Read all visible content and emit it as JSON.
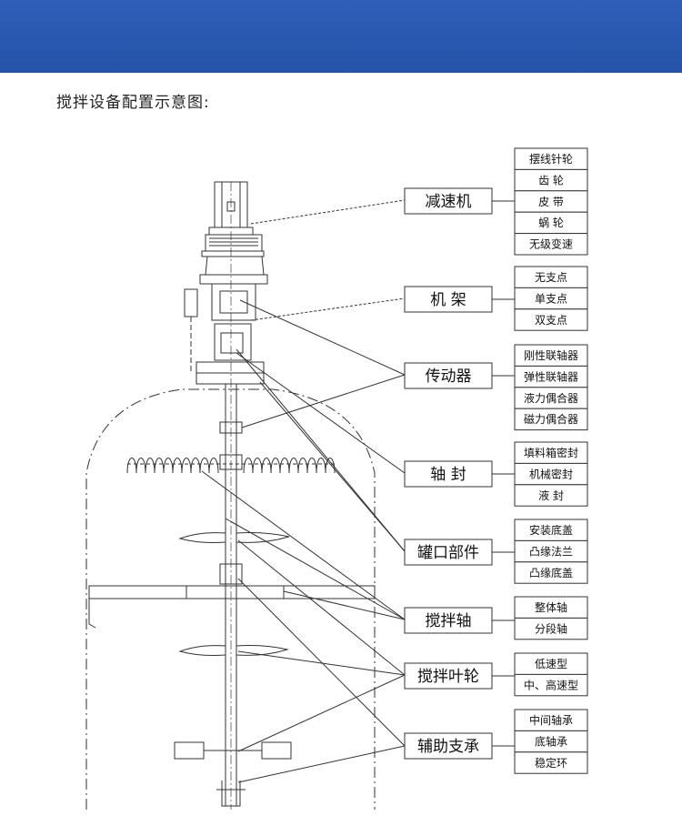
{
  "header": {
    "banner_color": "#2453a8"
  },
  "title": "搅拌设备配置示意图:",
  "components": [
    {
      "key": "reducer",
      "label": "减速机",
      "options": [
        "摆线针轮",
        "齿 轮",
        "皮 带",
        "蜗 轮",
        "无级变速"
      ]
    },
    {
      "key": "frame",
      "label": "机 架",
      "options": [
        "无支点",
        "单支点",
        "双支点"
      ]
    },
    {
      "key": "transmission",
      "label": "传动器",
      "options": [
        "刚性联轴器",
        "弹性联轴器",
        "液力偶合器",
        "磁力偶合器"
      ]
    },
    {
      "key": "seal",
      "label": "轴 封",
      "options": [
        "填料箱密封",
        "机械密封",
        "液 封"
      ]
    },
    {
      "key": "nozzle",
      "label": "罐口部件",
      "options": [
        "安装底盖",
        "凸缘法兰",
        "凸缘底盖"
      ]
    },
    {
      "key": "shaft",
      "label": "搅拌轴",
      "options": [
        "整体轴",
        "分段轴"
      ]
    },
    {
      "key": "impeller",
      "label": "搅拌叶轮",
      "options": [
        "低速型",
        "中、高速型"
      ]
    },
    {
      "key": "support",
      "label": "辅助支承",
      "options": [
        "中间轴承",
        "底轴承",
        "稳定环"
      ]
    }
  ]
}
